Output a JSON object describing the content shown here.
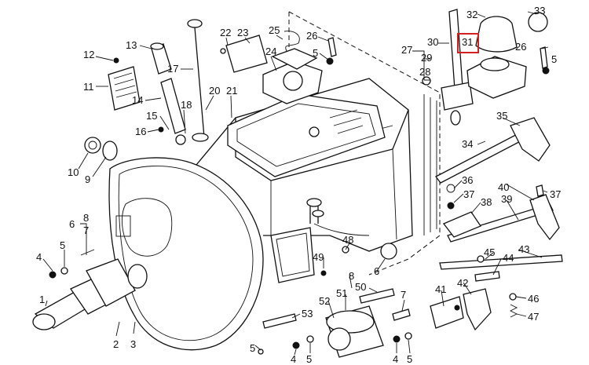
{
  "diagram": {
    "highlight_color": "#d32020",
    "highlighted_callout": "31",
    "callouts": [
      "1",
      "2",
      "3",
      "4",
      "5",
      "6",
      "7",
      "8",
      "9",
      "10",
      "11",
      "12",
      "13",
      "14",
      "15",
      "16",
      "17",
      "18",
      "20",
      "21",
      "22",
      "23",
      "24",
      "25",
      "26",
      "27",
      "28",
      "29",
      "30",
      "31",
      "32",
      "33",
      "34",
      "35",
      "36",
      "37",
      "38",
      "39",
      "40",
      "41",
      "42",
      "43",
      "44",
      "45",
      "46",
      "47",
      "48",
      "49",
      "50",
      "51",
      "52",
      "53"
    ]
  }
}
